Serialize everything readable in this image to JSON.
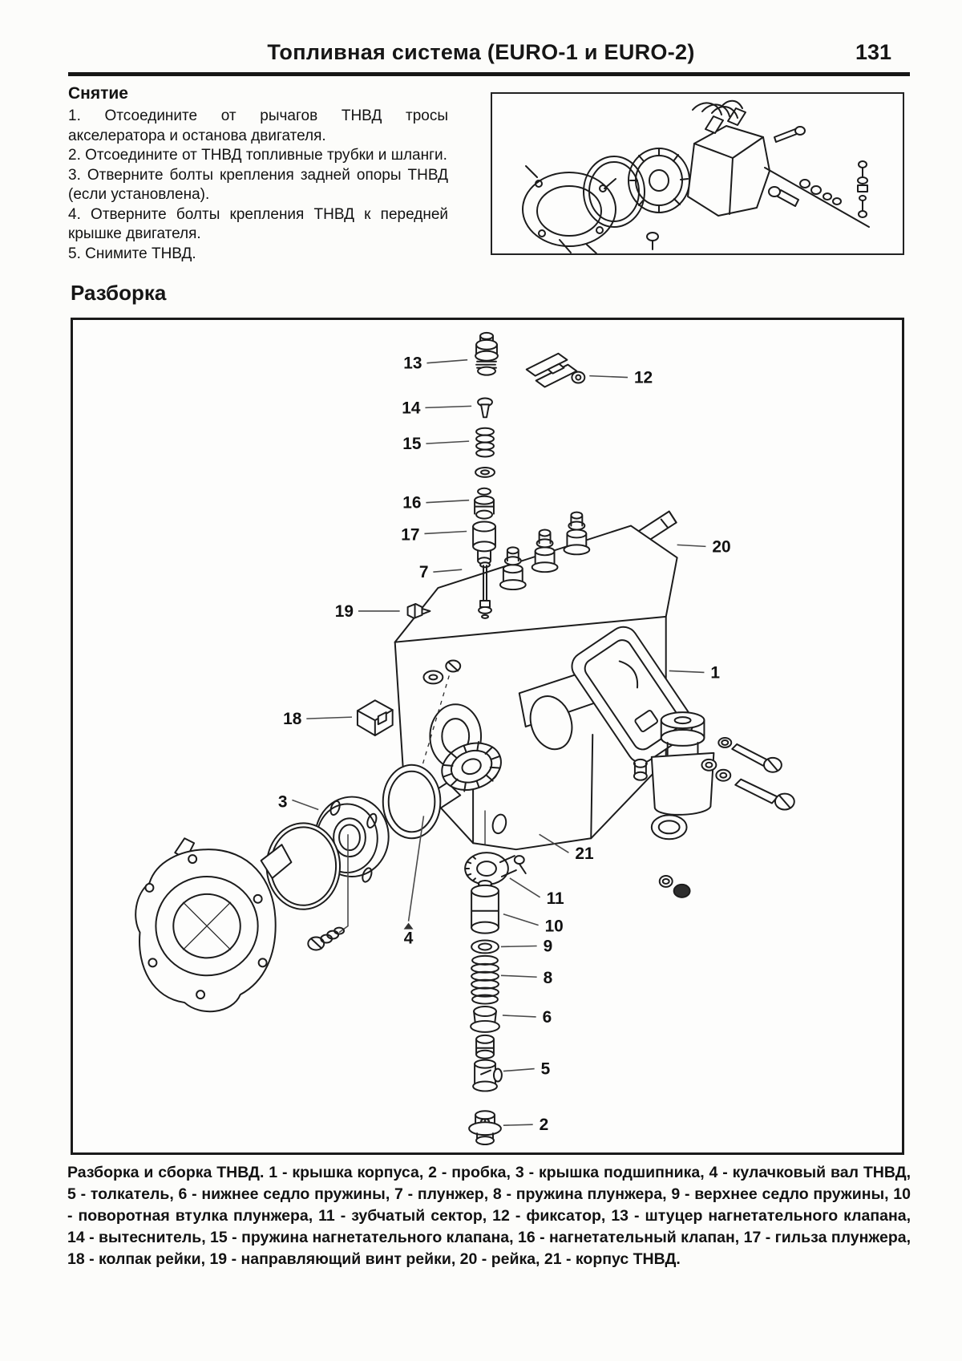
{
  "header": {
    "title": "Топливная система (EURO-1 и EURO-2)",
    "page": "131"
  },
  "removal": {
    "heading": "Снятие",
    "steps": [
      "1. Отсоедините от рычагов ТНВД тросы акселератора и останова двигателя.",
      "2. Отсоедините от ТНВД топливные трубки и шланги.",
      "3. Отверните болты крепления задней опоры ТНВД (если установлена).",
      "4. Отверните болты крепления ТНВД к передней крышке двигателя.",
      "5. Снимите ТНВД."
    ]
  },
  "disassembly": {
    "heading": "Разборка"
  },
  "figure": {
    "caption": "Разборка и сборка ТНВД. 1 - крышка корпуса, 2 - пробка, 3 - крышка подшипника, 4 - кулачковый вал ТНВД, 5 - толкатель, 6 - нижнее седло пружины, 7 - плунжер, 8 - пружина плунжера, 9 - верхнее седло пружины, 10 - поворотная втулка плунжера, 11 - зубчатый сектор, 12 - фиксатор, 13 - штуцер нагнетательного клапана, 14 - вытеснитель, 15 - пружина нагнетательного клапана, 16 - нагнетательный клапан, 17 - гильза плунжера, 18 - колпак рейки, 19 - направляющий винт рейки, 20 - рейка, 21 - корпус ТНВД.",
    "callouts": {
      "c1": "1",
      "c2": "2",
      "c3": "3",
      "c4": "4",
      "c5": "5",
      "c6": "6",
      "c7": "7",
      "c8": "8",
      "c9": "9",
      "c10": "10",
      "c11": "11",
      "c12": "12",
      "c13": "13",
      "c14": "14",
      "c15": "15",
      "c16": "16",
      "c17": "17",
      "c18": "18",
      "c19": "19",
      "c20": "20",
      "c21": "21"
    }
  }
}
